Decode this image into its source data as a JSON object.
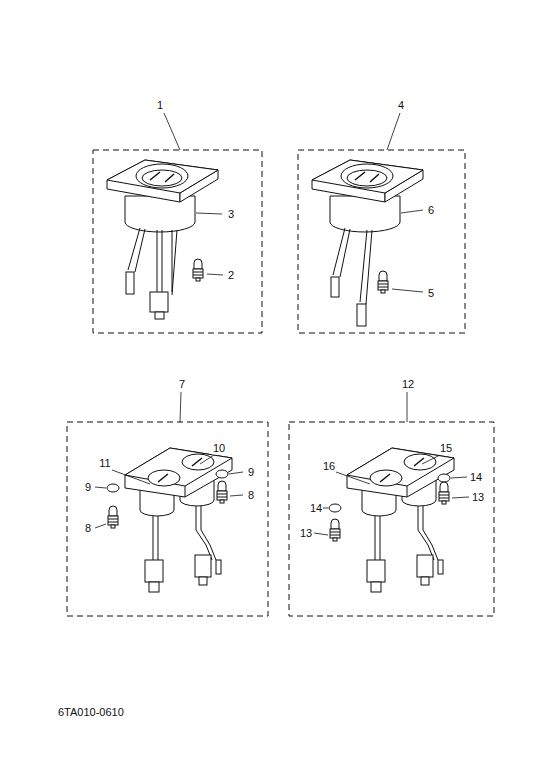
{
  "diagram": {
    "labels": [
      "1",
      "4",
      "3",
      "2",
      "6",
      "5",
      "7",
      "12",
      "10",
      "15",
      "11",
      "9",
      "16",
      "14",
      "9",
      "8",
      "14",
      "13",
      "8",
      "13",
      "6TA010-0610"
    ]
  }
}
